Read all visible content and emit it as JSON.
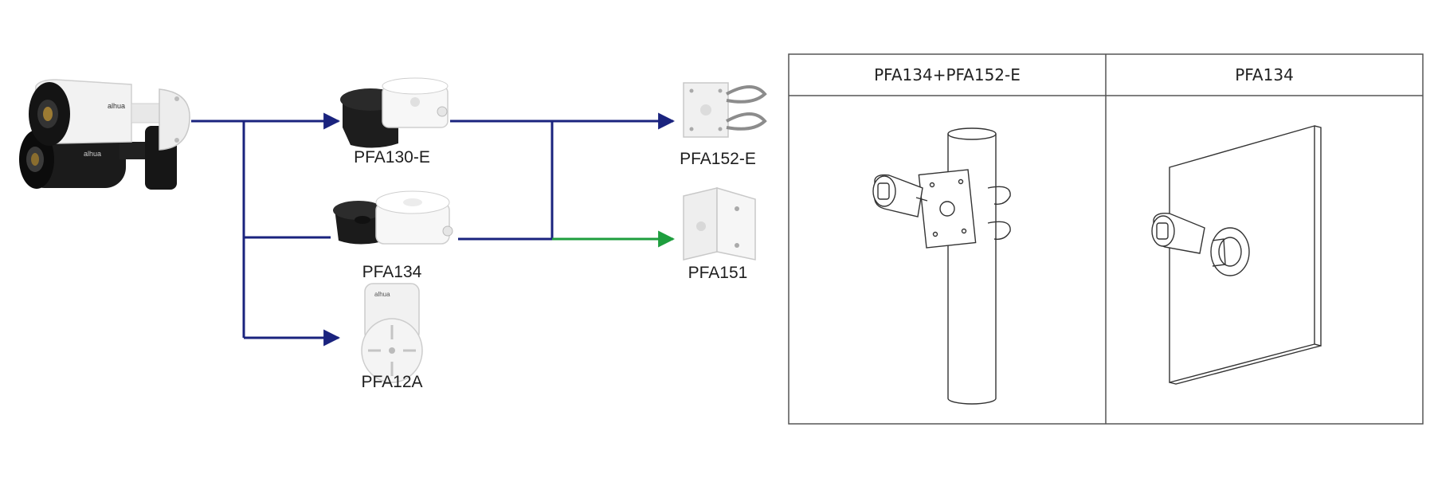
{
  "accessories": {
    "pfa130": "PFA130-E",
    "pfa134": "PFA134",
    "pfa12a": "PFA12A",
    "pfa152": "PFA152-E",
    "pfa151": "PFA151"
  },
  "camera_brand": "alhua",
  "mount_brand": "alhua",
  "install_table": {
    "col1_title": "PFA134+PFA152-E",
    "col2_title": "PFA134"
  },
  "colors": {
    "arrow_blue": "#1a237e",
    "arrow_green": "#1e9e3e",
    "table_border": "#555555"
  },
  "icons": [
    "bullet-camera-icon",
    "junction-box-icon",
    "wall-mount-icon",
    "pole-mount-icon",
    "corner-mount-icon"
  ]
}
